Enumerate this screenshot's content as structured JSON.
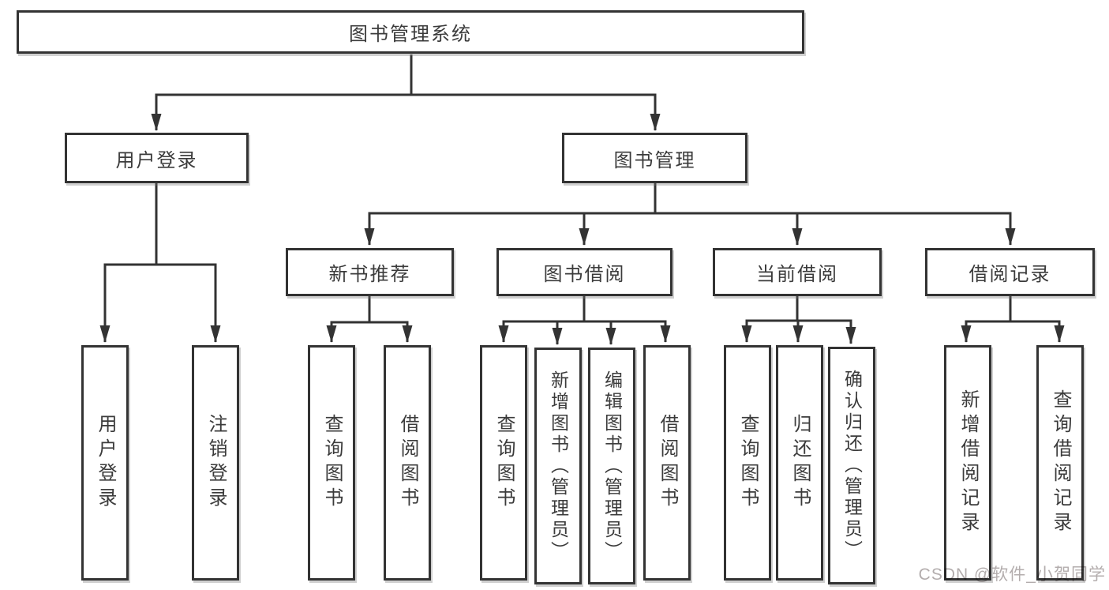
{
  "colors": {
    "line": "#333333",
    "box_border": "#333333",
    "box_background": "#ffffff",
    "text": "#3b3b3b",
    "watermark": "#b3adad"
  },
  "diagram": {
    "tree": {
      "label": "图书管理系统",
      "children": [
        {
          "label": "用户登录",
          "children": [
            {
              "label": "用户登录"
            },
            {
              "label": "注销登录"
            }
          ]
        },
        {
          "label": "图书管理",
          "children": [
            {
              "label": "新书推荐",
              "children": [
                {
                  "label": "查询图书"
                },
                {
                  "label": "借阅图书"
                }
              ]
            },
            {
              "label": "图书借阅",
              "children": [
                {
                  "label": "查询图书"
                },
                {
                  "label": "新增图书（管理员）"
                },
                {
                  "label": "编辑图书（管理员）"
                },
                {
                  "label": "借阅图书"
                }
              ]
            },
            {
              "label": "当前借阅",
              "children": [
                {
                  "label": "查询图书"
                },
                {
                  "label": "归还图书"
                },
                {
                  "label": "确认归还（管理员）"
                }
              ]
            },
            {
              "label": "借阅记录",
              "children": [
                {
                  "label": "新增借阅记录"
                },
                {
                  "label": "查询借阅记录"
                }
              ]
            }
          ]
        }
      ]
    }
  },
  "watermark": {
    "text": "CSDN @软件_小贺同学"
  }
}
